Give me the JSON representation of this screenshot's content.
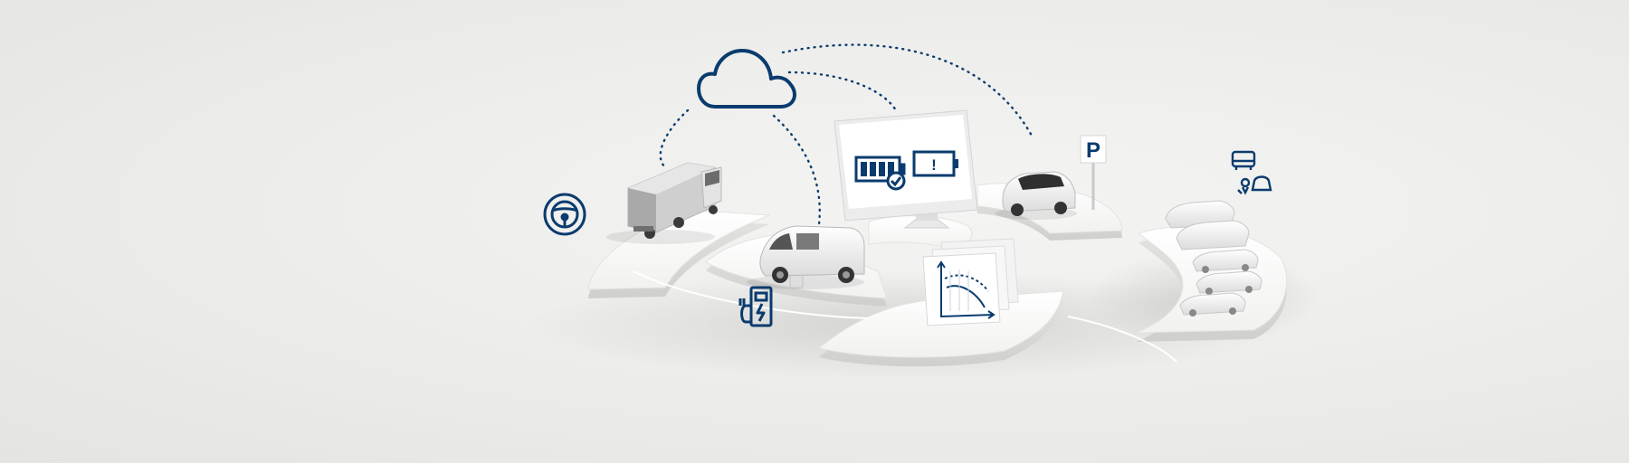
{
  "scene": {
    "parking_sign_text": "P",
    "battery_warning_symbol": "!",
    "colors": {
      "accent": "#0a3b6e",
      "platform": "#fbfbfa",
      "platform_edge": "#dcdcda",
      "background": "#ececea"
    },
    "icons": [
      "cloud-icon",
      "steering-wheel-icon",
      "charging-station-icon",
      "parking-sign-icon",
      "battery-healthy-icon",
      "battery-warning-icon",
      "chart-icon",
      "fleet-vehicles-icon",
      "truck",
      "van",
      "car",
      "monitor",
      "parked-cars"
    ]
  }
}
